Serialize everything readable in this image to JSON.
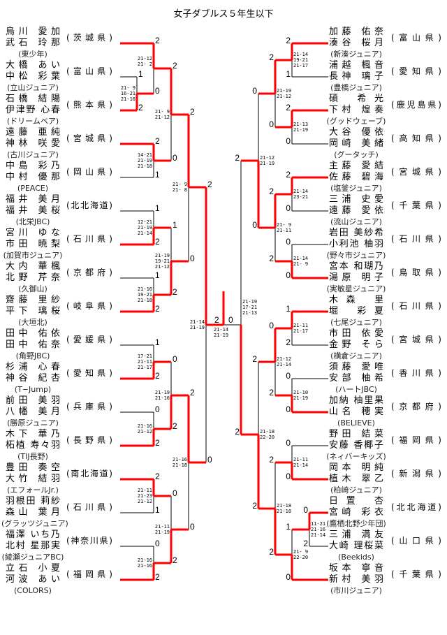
{
  "title": "女子ダブルス５年生以下",
  "left": {
    "entries": [
      {
        "p1": "烏川 愛加",
        "p2": "武石 玲那",
        "club": "(東少年)",
        "pref": "(茨城県)"
      },
      {
        "p1": "大橋 あい",
        "p2": "中松 彩葉",
        "club": "(立山ジュニア)",
        "pref": "(富山県)"
      },
      {
        "p1": "石橋 結陽",
        "p2": "伊津野 心春",
        "club": "(ドリームベア)",
        "pref": "(熊本県)"
      },
      {
        "p1": "遠藤 亜純",
        "p2": "神林 咲愛",
        "club": "(古川ジュニア)",
        "pref": "(宮城県)"
      },
      {
        "p1": "中島 彩乃",
        "p2": "中村 優那",
        "club": "(PEACE)",
        "pref": "(岡山県)"
      },
      {
        "p1": "福井 美月",
        "p2": "福井 美桜",
        "club": "(北栄JBC)",
        "pref": "(北北海道)"
      },
      {
        "p1": "宮川 ゆな",
        "p2": "市田 暁梨",
        "club": "(加賀市ジュニア)",
        "pref": "(石川県)"
      },
      {
        "p1": "大内 華楓",
        "p2": "北野 芹奈",
        "club": "(久御山)",
        "pref": "(京都府)"
      },
      {
        "p1": "齋藤 里紗",
        "p2": "平下 璃桜",
        "club": "(大垣北)",
        "pref": "(岐阜県)"
      },
      {
        "p1": "田中 佑依",
        "p2": "田中 佑奈",
        "club": "(角野JBC)",
        "pref": "(愛媛県)"
      },
      {
        "p1": "杉浦 心春",
        "p2": "神谷 紀杏",
        "club": "(T−Jump)",
        "pref": "(愛知県)"
      },
      {
        "p1": "前田 美羽",
        "p2": "八幡 美月",
        "club": "(勝原ジュニア)",
        "pref": "(兵庫県)"
      },
      {
        "p1": "木下 華乃",
        "p2": "柘植 寿々羽",
        "club": "(TIJ長野)",
        "pref": "(長野県)"
      },
      {
        "p1": "豊田 奏空",
        "p2": "大竹 結羽",
        "club": "(エフォールJr.)",
        "pref": "(南北海道)"
      },
      {
        "p1": "羽根田 莉紗",
        "p2": "森山 葉月",
        "club": "(グラッツジュニア)",
        "pref": "(石川県)"
      },
      {
        "p1": "福澤 いち乃",
        "p2": "北村 星那実",
        "club": "(綾瀬ジュニアBC)",
        "pref": "(神奈川県)"
      },
      {
        "p1": "立石 小夏",
        "p2": "河波 あい",
        "club": "(COLORS)",
        "pref": "(福岡県)"
      }
    ],
    "scores": [
      [
        "21-12",
        "21- 2"
      ],
      [
        "21- 9",
        "16-21",
        "21-16"
      ],
      [
        "14-21",
        "21-19",
        "21-18"
      ],
      [
        "21- 9",
        "21-12"
      ],
      [
        "12-21",
        "21-19",
        "21-14"
      ],
      [
        "21-16",
        "19-21",
        "21-18"
      ],
      [
        "21-19",
        "19-21",
        "21-12"
      ],
      [
        "21- 9",
        "21- 8"
      ],
      [
        "21-14",
        "21-19"
      ],
      [
        "17-21",
        "21-11",
        "21-17"
      ],
      [
        "21-16",
        "21-12"
      ],
      [
        "21-19",
        "21-16"
      ],
      [
        "21-11",
        "21-23",
        "21-12"
      ],
      [
        "21-16",
        "21-16"
      ],
      [
        "21-11",
        "21-19"
      ],
      [
        "21-16",
        "21-18"
      ]
    ],
    "marks": [
      "2",
      "1",
      "2",
      "0",
      "2",
      "2",
      "1",
      "0",
      "2",
      "1",
      "2",
      "1",
      "1",
      "2",
      "2",
      "0",
      "2",
      "1",
      "2",
      "0",
      "0",
      "2",
      "2",
      "2",
      "2",
      "1",
      "0",
      "0",
      "2",
      "2",
      "0",
      "0"
    ]
  },
  "right": {
    "entries": [
      {
        "p1": "加藤 佑奈",
        "p2": "湊谷 桜月",
        "club": "(新湊ジュニア)",
        "pref": "(富山県)"
      },
      {
        "p1": "浦越 楓音",
        "p2": "長神 璃子",
        "club": "(豊橋ジュニア)",
        "pref": "(愛知県)"
      },
      {
        "p1": "碩 希光",
        "p2": "下村 煌奏",
        "club": "(グッドウェーブ)",
        "pref": "(鹿児島県)"
      },
      {
        "p1": "大谷 優依",
        "p2": "岡崎 美緒",
        "club": "(グータッチ)",
        "pref": "(高知県)"
      },
      {
        "p1": "主藤 愛結",
        "p2": "佐藤 碧海",
        "club": "(塩釜ジュニア)",
        "pref": "(宮城県)"
      },
      {
        "p1": "三浦 史愛",
        "p2": "遠藤 愛依",
        "club": "(流山ジュニア)",
        "pref": "(千葉県)"
      },
      {
        "p1": "岩田 美紗希",
        "p2": "小利池 柚羽",
        "club": "(野々市ジュニア)",
        "pref": "(石川県)"
      },
      {
        "p1": "宮本 和瑚乃",
        "p2": "湯原 明子",
        "club": "(実敏星ジュニア)",
        "pref": "(鳥取県)"
      },
      {
        "p1": "木森 里",
        "p2": "堀 彩夏",
        "club": "(七尾ジュニア)",
        "pref": "(石川県)"
      },
      {
        "p1": "市田 依愛",
        "p2": "金野 そら",
        "club": "(横倉ジュニア)",
        "pref": "(宮城県)"
      },
      {
        "p1": "須藤 愛唯",
        "p2": "安部 柚希",
        "club": "(ハートJBC)",
        "pref": "(香川県)"
      },
      {
        "p1": "加納 柚里果",
        "p2": "山名 穂実",
        "club": "(BELIEVE)",
        "pref": "(京都府)"
      },
      {
        "p1": "野田 結菜",
        "p2": "安藤 香椰子",
        "club": "(ネィバーキッズ)",
        "pref": "(福岡県)"
      },
      {
        "p1": "岡本 明純",
        "p2": "植木 翠乙",
        "club": "(柏崎ジュニア)",
        "pref": "(新潟県)"
      },
      {
        "p1": "日置 杏",
        "p2": "宮崎 彩衣",
        "club": "(鷹栖北野少年団)",
        "pref": "(北北海道)"
      },
      {
        "p1": "三浦 満友",
        "p2": "大崎 理桜菜",
        "club": "(Beekids)",
        "pref": "(山口県)"
      },
      {
        "p1": "坂本 寧音",
        "p2": "新村 美羽",
        "club": "(市川ジュニア)",
        "pref": "(千葉県)"
      }
    ],
    "scores": [
      [
        "21-14",
        "19-21",
        "21-17"
      ],
      [
        "21-19",
        "21-12"
      ],
      [
        "21-13",
        "21-19"
      ],
      [
        "21-12",
        "21-19"
      ],
      [
        "21-14",
        "23-21"
      ],
      [
        "21- 9",
        "21-11"
      ],
      [
        "21-14",
        "21- 9"
      ],
      [
        "21-19",
        "17-21",
        "21-13"
      ],
      [
        "21-11",
        "21-17"
      ],
      [
        "21-10",
        "21-19"
      ],
      [
        "21-12",
        "21-14"
      ],
      [
        "21-11",
        "21-14"
      ],
      [
        "11-21",
        "21-16",
        "21-14"
      ],
      [
        "21- 9",
        "22-20"
      ],
      [
        "21-18",
        "21-18"
      ],
      [
        "21-18",
        "22-20"
      ]
    ],
    "marks": [
      "2",
      "1",
      "2",
      "2",
      "0",
      "0",
      "0",
      "2",
      "0",
      "2",
      "0",
      "0",
      "2",
      "0",
      "2",
      "1",
      "2",
      "0",
      "0",
      "0",
      "2",
      "2",
      "0",
      "0",
      "2",
      "0",
      "2",
      "1",
      "0",
      "2",
      "2",
      "2",
      "2"
    ]
  },
  "final": {
    "left_mark": "2",
    "right_mark": "0",
    "scores": [
      "21-14",
      "21-19"
    ]
  },
  "colors": {
    "win_line": "#ff0000",
    "line": "#000000"
  }
}
